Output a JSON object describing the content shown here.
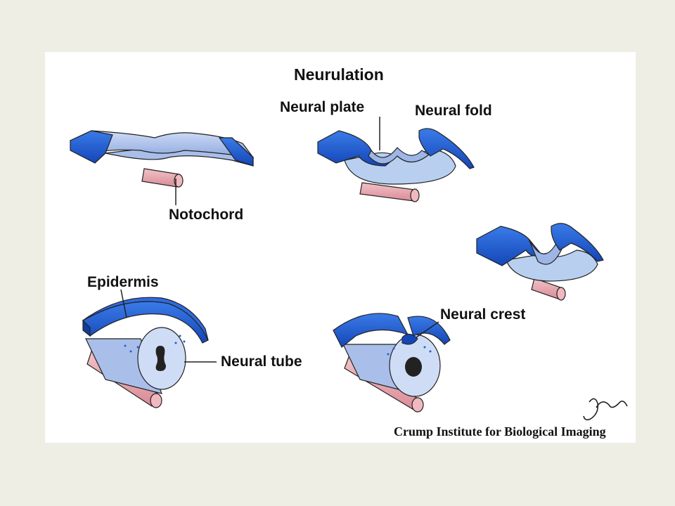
{
  "title": "Neurulation",
  "labels": {
    "neural_plate": "Neural plate",
    "neural_fold": "Neural fold",
    "notochord": "Notochord",
    "epidermis": "Epidermis",
    "neural_tube": "Neural tube",
    "neural_crest": "Neural crest"
  },
  "credit": "Crump Institute for Biological Imaging",
  "signature": "JS",
  "colors": {
    "background": "#eeeee4",
    "ectoderm": "#1f5fd6",
    "ectoderm_dark": "#103c9c",
    "neural_tissue": "#b8cff0",
    "notochord": "#e8a3ad"
  }
}
